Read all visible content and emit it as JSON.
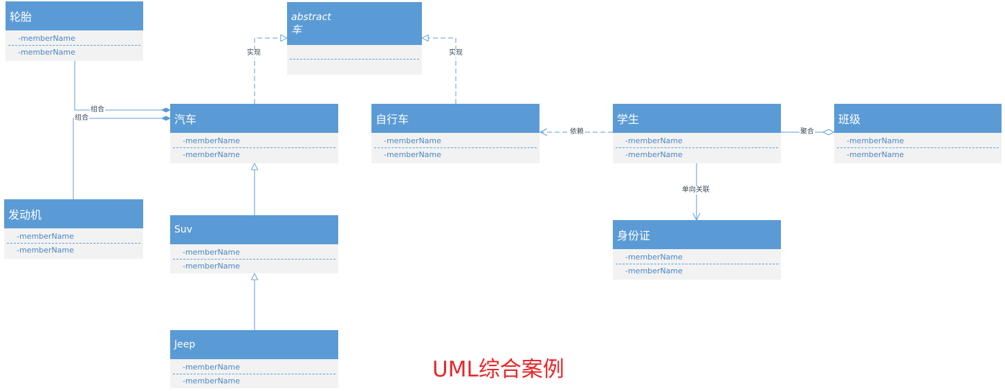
{
  "title": "UML综合案例",
  "classes": {
    "tire": {
      "name": "轮胎",
      "attrs": [
        "-memberName",
        "-memberName"
      ]
    },
    "engine": {
      "name": "发动机",
      "attrs": [
        "-memberName",
        "-memberName"
      ]
    },
    "car": {
      "name": "汽车",
      "attrs": [
        "-memberName",
        "-memberName"
      ]
    },
    "suv": {
      "name": "Suv",
      "attrs": [
        "-memberName",
        "-memberName"
      ]
    },
    "jeep": {
      "name": "Jeep",
      "attrs": [
        "-memberName",
        "-memberName"
      ]
    },
    "vehicle": {
      "stereotype": "abstract",
      "name": "车",
      "attrs": []
    },
    "bicycle": {
      "name": "自行车",
      "attrs": [
        "-memberName",
        "-memberName"
      ]
    },
    "student": {
      "name": "学生",
      "attrs": [
        "-memberName",
        "-memberName"
      ]
    },
    "idcard": {
      "name": "身份证",
      "attrs": [
        "-memberName",
        "-memberName"
      ]
    },
    "class_group": {
      "name": "班级",
      "attrs": [
        "-memberName",
        "-memberName"
      ]
    }
  },
  "relations": {
    "tire_car": "组合",
    "engine_car": "组合",
    "car_vehicle": "实现",
    "bicycle_vehicle": "实现",
    "student_bicycle": "依赖",
    "student_class": "聚合",
    "student_idcard": "单向关联"
  },
  "colors": {
    "class_header": "#5b9bd5",
    "class_body": "#f2f2f2",
    "title": "#e8262a"
  }
}
